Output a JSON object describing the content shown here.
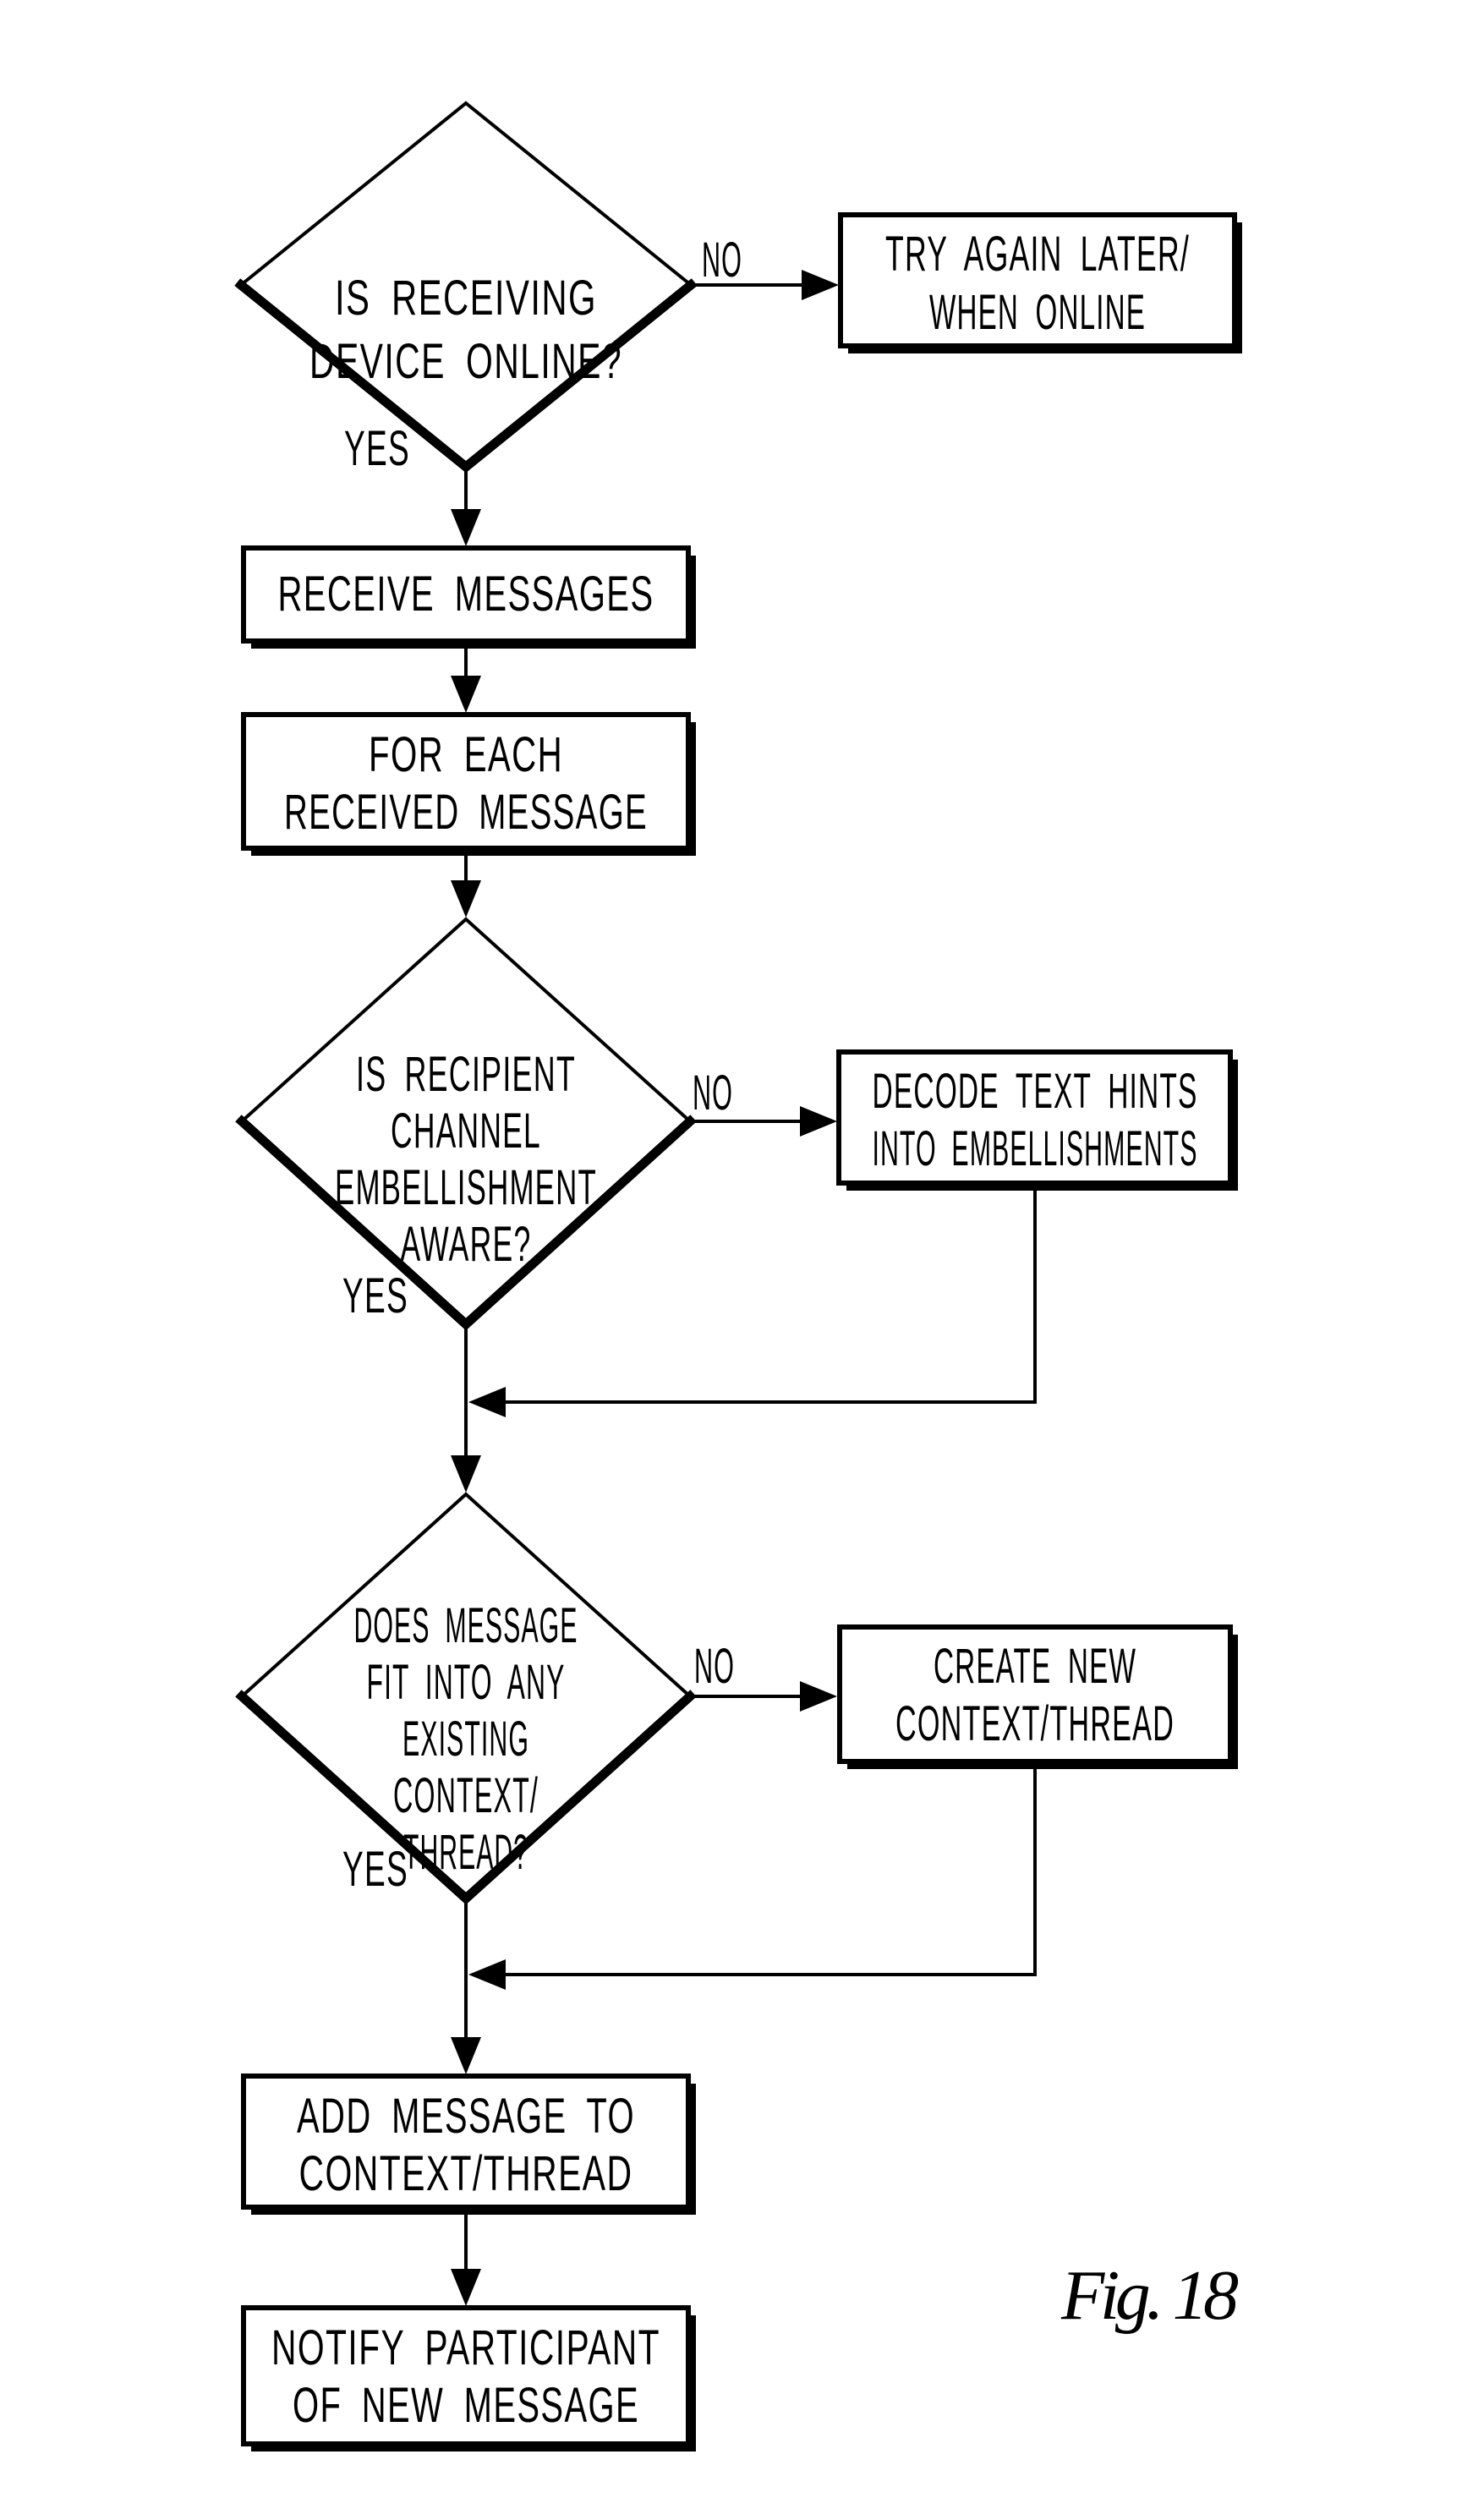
{
  "figure_label": "Fig. 18",
  "branch_labels": {
    "yes": "YES",
    "no": "NO"
  },
  "nodes": {
    "is_receiving_device_online": {
      "type": "decision",
      "lines": [
        "IS RECEIVING",
        "DEVICE ONLINE?"
      ]
    },
    "try_again_later": {
      "type": "process",
      "lines": [
        "TRY AGAIN LATER/",
        "WHEN ONLINE"
      ]
    },
    "receive_messages": {
      "type": "process",
      "lines": [
        "RECEIVE MESSAGES"
      ]
    },
    "for_each_received_message": {
      "type": "process",
      "lines": [
        "FOR EACH",
        "RECEIVED MESSAGE"
      ]
    },
    "is_recipient_channel_embellishment_aware": {
      "type": "decision",
      "lines": [
        "IS RECIPIENT",
        "CHANNEL",
        "EMBELLISHMENT",
        "AWARE?"
      ]
    },
    "decode_text_hints": {
      "type": "process",
      "lines": [
        "DECODE TEXT HINTS",
        "INTO EMBELLISHMENTS"
      ]
    },
    "does_message_fit_existing_context": {
      "type": "decision",
      "lines": [
        "DOES MESSAGE",
        "FIT INTO ANY",
        "EXISTING",
        "CONTEXT/",
        "THREAD?"
      ]
    },
    "create_new_context_thread": {
      "type": "process",
      "lines": [
        "CREATE NEW",
        "CONTEXT/THREAD"
      ]
    },
    "add_message_to_context_thread": {
      "type": "process",
      "lines": [
        "ADD MESSAGE TO",
        "CONTEXT/THREAD"
      ]
    },
    "notify_participant_of_new_message": {
      "type": "process",
      "lines": [
        "NOTIFY PARTICIPANT",
        "OF NEW MESSAGE"
      ]
    }
  }
}
